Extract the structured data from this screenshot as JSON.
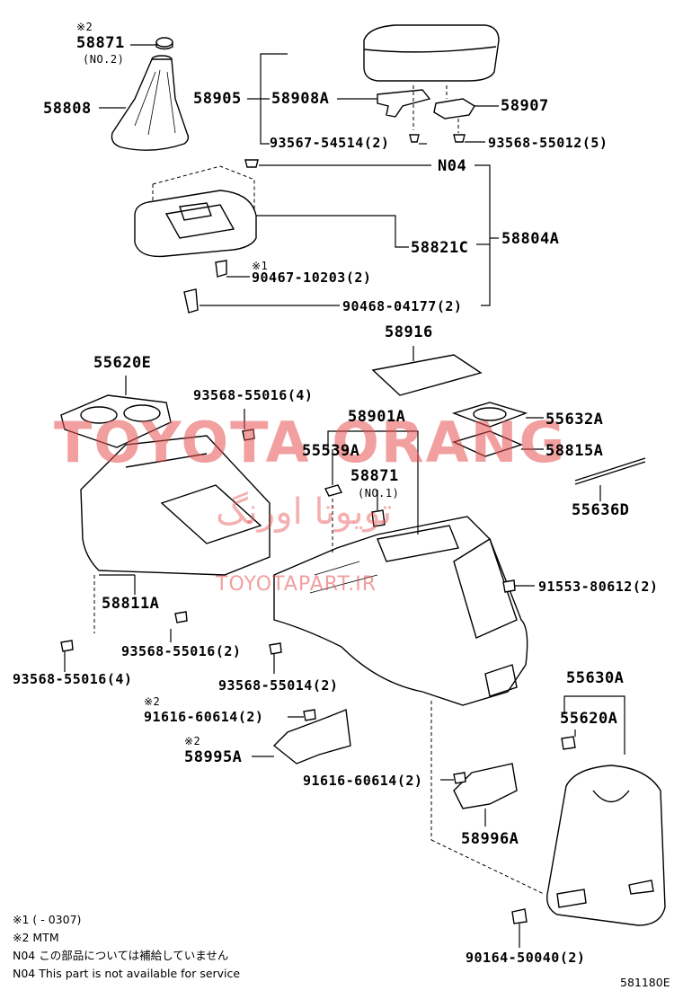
{
  "labels": {
    "p58871_top": "58871",
    "note2_top": "※2",
    "no2": "(NO.2)",
    "p58808": "58808",
    "p58905": "58905",
    "p58908a": "58908A",
    "p58907": "58907",
    "p93567": "93567-54514(2)",
    "p93568_55012": "93568-55012(5)",
    "n04": "N04",
    "p58821c": "58821C",
    "p58804a": "58804A",
    "note1_mid": "※1",
    "p90467": "90467-10203(2)",
    "p90468": "90468-04177(2)",
    "p58916": "58916",
    "p55620e": "55620E",
    "p93568_55016_4a": "93568-55016(4)",
    "p58901a": "58901A",
    "p55632a": "55632A",
    "p55539a": "55539A",
    "p58815a": "58815A",
    "p58871_mid": "58871",
    "no1": "(NO.1)",
    "p55636d": "55636D",
    "p91553": "91553-80612(2)",
    "p58811a": "58811A",
    "p93568_55016_2": "93568-55016(2)",
    "p93568_55016_4b": "93568-55016(4)",
    "p93568_55014": "93568-55014(2)",
    "p55630a": "55630A",
    "note2_a": "※2",
    "p91616_a": "91616-60614(2)",
    "p55620a": "55620A",
    "note2_b": "※2",
    "p58995a": "58995A",
    "p91616_b": "91616-60614(2)",
    "p58996a": "58996A",
    "p90164": "90164-50040(2)"
  },
  "notes": {
    "n1": "※1 (      - 0307)",
    "n2": "※2 MTM",
    "n3": "N04 この部品については補給していません",
    "n4": "N04 This part is not available for service"
  },
  "watermark": {
    "main": "TOYOTA ORANG",
    "persian": "تویوتا اورنگ",
    "site": "TOYOTAPART.IR"
  },
  "figure_id": "581180E"
}
